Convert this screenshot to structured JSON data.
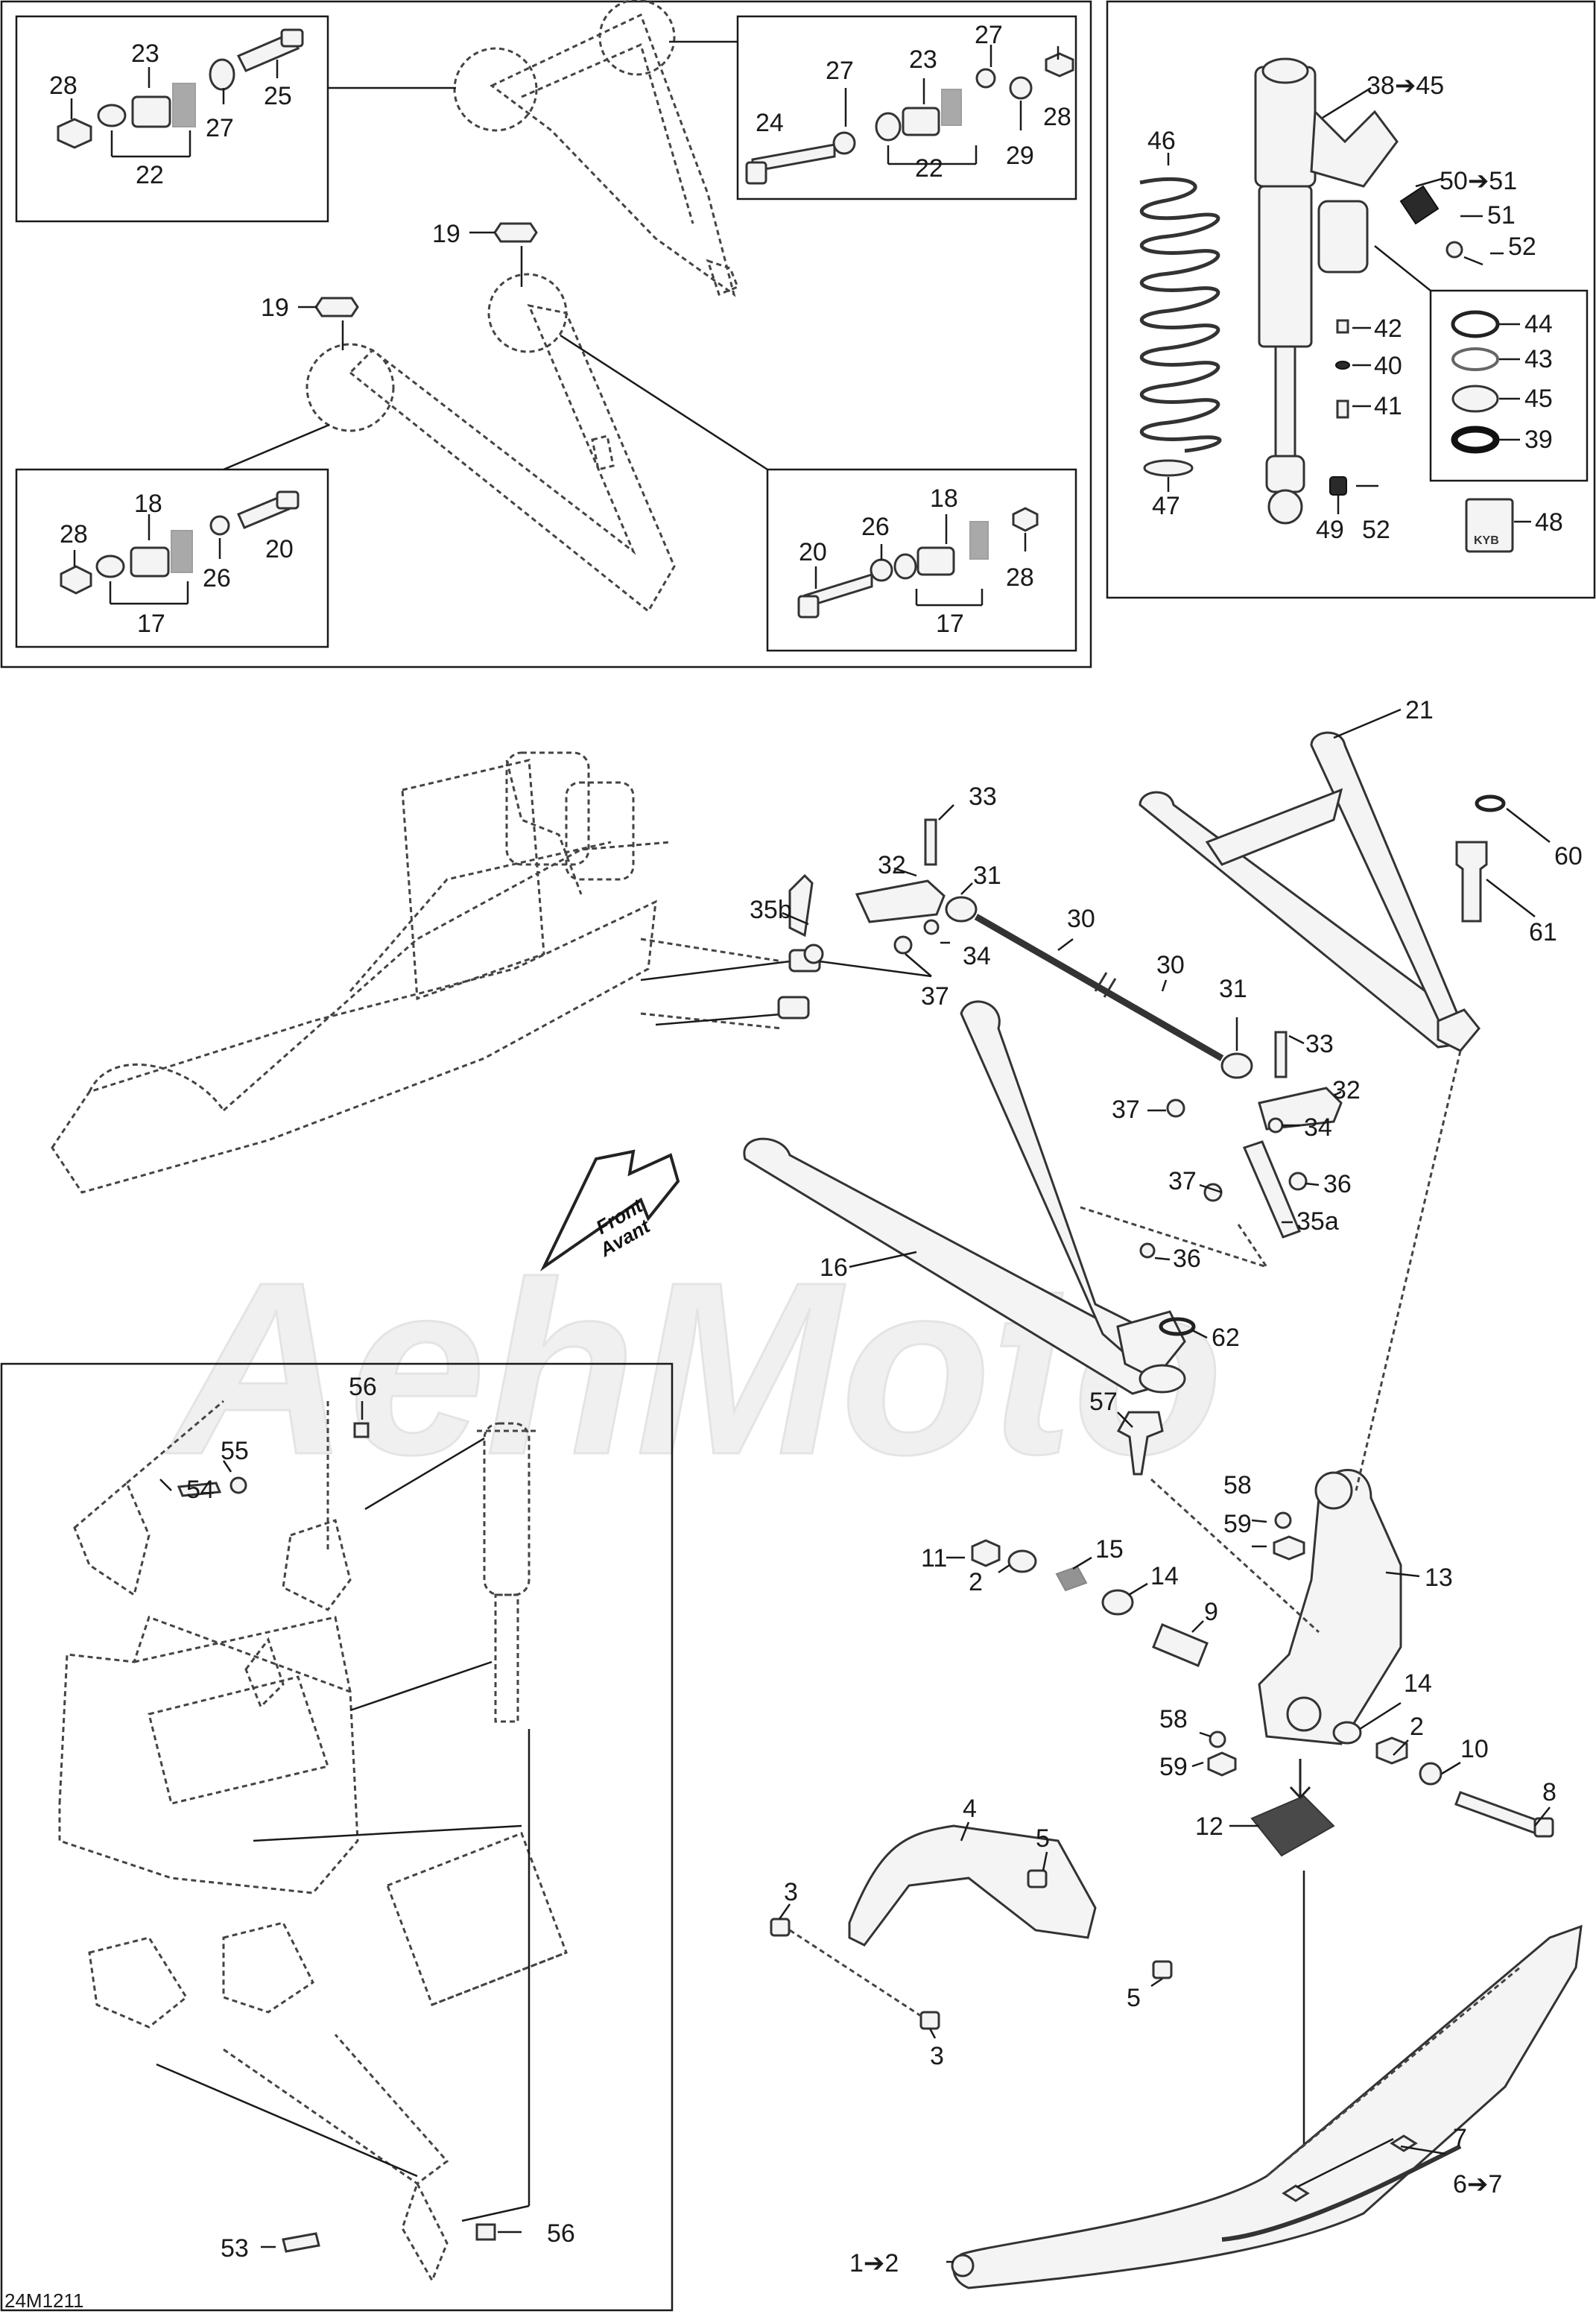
{
  "diagram": {
    "code": "24M1211",
    "front_label": "Front",
    "front_label_fr": "Avant",
    "watermark": "AehMoto",
    "callouts": {
      "p1to2": "1➔2",
      "p2": "2",
      "p3": "3",
      "p4": "4",
      "p5": "5",
      "p6to7": "6➔7",
      "p7": "7",
      "p8": "8",
      "p9": "9",
      "p10": "10",
      "p11": "11",
      "p12": "12",
      "p13": "13",
      "p14": "14",
      "p15": "15",
      "p16": "16",
      "p17": "17",
      "p18": "18",
      "p19": "19",
      "p20": "20",
      "p21": "21",
      "p22": "22",
      "p23": "23",
      "p24": "24",
      "p25": "25",
      "p26": "26",
      "p27": "27",
      "p28": "28",
      "p29": "29",
      "p30": "30",
      "p31": "31",
      "p32": "32",
      "p33": "33",
      "p34": "34",
      "p35a": "35a",
      "p35b": "35b",
      "p36": "36",
      "p37": "37",
      "p38to45": "38➔45",
      "p39": "39",
      "p40": "40",
      "p41": "41",
      "p42": "42",
      "p43": "43",
      "p44": "44",
      "p45": "45",
      "p46": "46",
      "p47": "47",
      "p48": "48",
      "p49": "49",
      "p50to51": "50➔51",
      "p51": "51",
      "p52": "52",
      "p53": "53",
      "p54": "54",
      "p55": "55",
      "p56": "56",
      "p57": "57",
      "p58": "58",
      "p59": "59",
      "p60": "60",
      "p61": "61",
      "p62": "62"
    },
    "kyb_label": "KYB"
  }
}
